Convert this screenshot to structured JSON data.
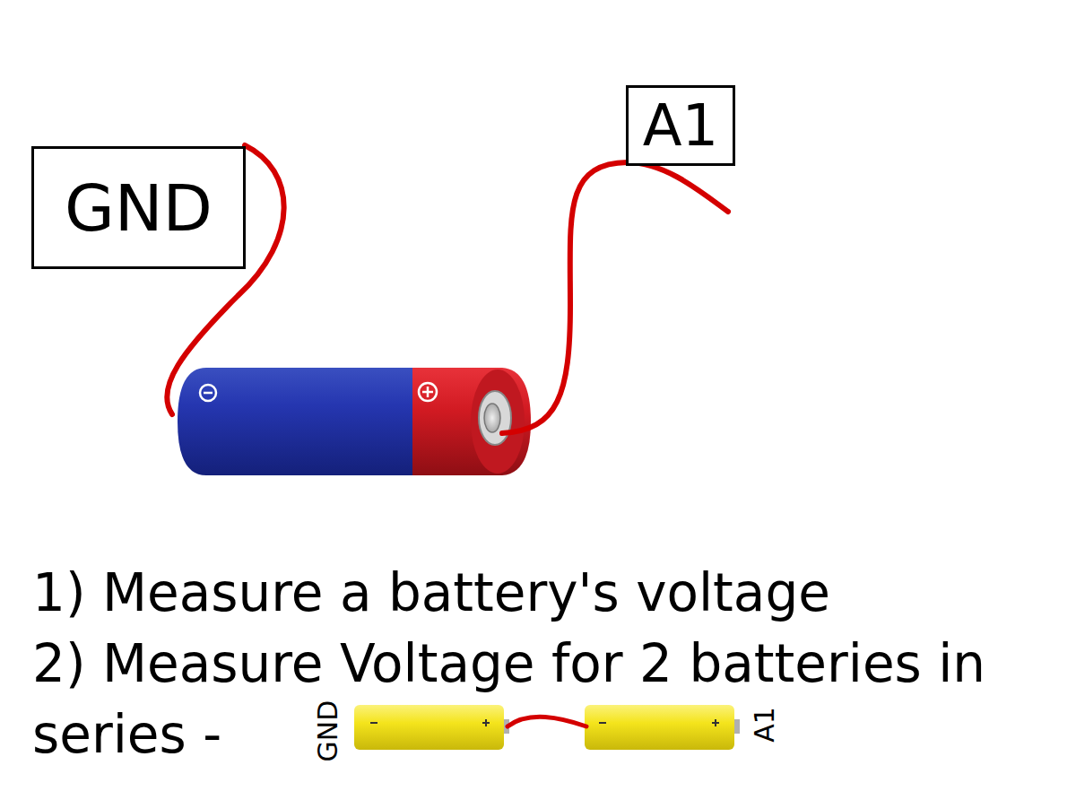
{
  "diagram": {
    "nodes": [
      {
        "text": [
          "GND"
        ]
      },
      {
        "text": [
          "A1"
        ]
      }
    ],
    "edges": [],
    "labels": [
      "1) Measure a battery's voltage",
      "2) Measure Voltage for 2 batteries in series -",
      "GND",
      "A1"
    ]
  }
}
